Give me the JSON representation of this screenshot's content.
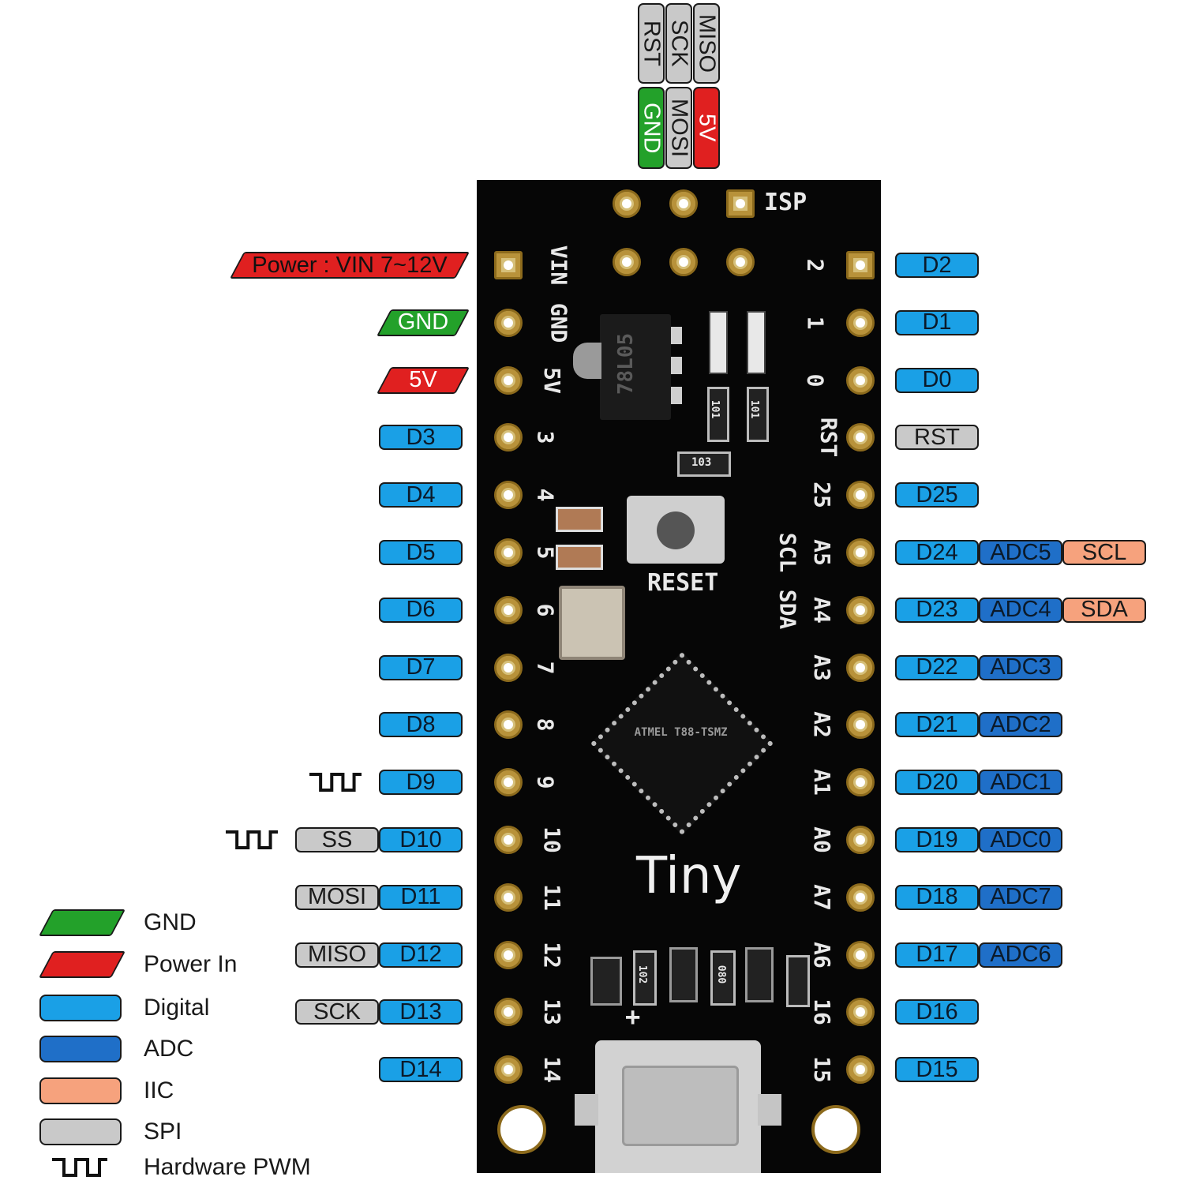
{
  "isp_header": {
    "top_row": [
      "RST",
      "SCK",
      "MISO"
    ],
    "bottom_row": [
      "GND",
      "MOSI",
      "5V"
    ],
    "silk_label": "ISP"
  },
  "left_pins": [
    {
      "silk": "VIN",
      "labels": [
        {
          "text": "Power : VIN 7~12V",
          "kind": "power"
        }
      ]
    },
    {
      "silk": "GND",
      "labels": [
        {
          "text": "GND",
          "kind": "gnd"
        }
      ]
    },
    {
      "silk": "5V",
      "labels": [
        {
          "text": "5V",
          "kind": "power"
        }
      ]
    },
    {
      "silk": "3",
      "labels": [
        {
          "text": "D3",
          "kind": "digital"
        }
      ]
    },
    {
      "silk": "4",
      "labels": [
        {
          "text": "D4",
          "kind": "digital"
        }
      ]
    },
    {
      "silk": "5",
      "labels": [
        {
          "text": "D5",
          "kind": "digital"
        }
      ]
    },
    {
      "silk": "6",
      "labels": [
        {
          "text": "D6",
          "kind": "digital"
        }
      ]
    },
    {
      "silk": "7",
      "labels": [
        {
          "text": "D7",
          "kind": "digital"
        }
      ]
    },
    {
      "silk": "8",
      "labels": [
        {
          "text": "D8",
          "kind": "digital"
        }
      ]
    },
    {
      "silk": "9",
      "pwm": true,
      "labels": [
        {
          "text": "D9",
          "kind": "digital"
        }
      ]
    },
    {
      "silk": "10",
      "pwm": true,
      "labels": [
        {
          "text": "SS",
          "kind": "spi"
        },
        {
          "text": "D10",
          "kind": "digital"
        }
      ]
    },
    {
      "silk": "11",
      "labels": [
        {
          "text": "MOSI",
          "kind": "spi"
        },
        {
          "text": "D11",
          "kind": "digital"
        }
      ]
    },
    {
      "silk": "12",
      "labels": [
        {
          "text": "MISO",
          "kind": "spi"
        },
        {
          "text": "D12",
          "kind": "digital"
        }
      ]
    },
    {
      "silk": "13",
      "labels": [
        {
          "text": "SCK",
          "kind": "spi"
        },
        {
          "text": "D13",
          "kind": "digital"
        }
      ]
    },
    {
      "silk": "14",
      "labels": [
        {
          "text": "D14",
          "kind": "digital"
        }
      ]
    }
  ],
  "right_pins": [
    {
      "silk": "2",
      "labels": [
        {
          "text": "D2",
          "kind": "digital"
        }
      ]
    },
    {
      "silk": "1",
      "labels": [
        {
          "text": "D1",
          "kind": "digital"
        }
      ]
    },
    {
      "silk": "0",
      "labels": [
        {
          "text": "D0",
          "kind": "digital"
        }
      ]
    },
    {
      "silk": "RST",
      "labels": [
        {
          "text": "RST",
          "kind": "spi"
        }
      ]
    },
    {
      "silk": "25",
      "labels": [
        {
          "text": "D25",
          "kind": "digital"
        }
      ]
    },
    {
      "silk": "A5",
      "labels": [
        {
          "text": "D24",
          "kind": "digital"
        },
        {
          "text": "ADC5",
          "kind": "adc"
        },
        {
          "text": "SCL",
          "kind": "iic"
        }
      ]
    },
    {
      "silk": "A4",
      "labels": [
        {
          "text": "D23",
          "kind": "digital"
        },
        {
          "text": "ADC4",
          "kind": "adc"
        },
        {
          "text": "SDA",
          "kind": "iic"
        }
      ]
    },
    {
      "silk": "A3",
      "labels": [
        {
          "text": "D22",
          "kind": "digital"
        },
        {
          "text": "ADC3",
          "kind": "adc"
        }
      ]
    },
    {
      "silk": "A2",
      "labels": [
        {
          "text": "D21",
          "kind": "digital"
        },
        {
          "text": "ADC2",
          "kind": "adc"
        }
      ]
    },
    {
      "silk": "A1",
      "labels": [
        {
          "text": "D20",
          "kind": "digital"
        },
        {
          "text": "ADC1",
          "kind": "adc"
        }
      ]
    },
    {
      "silk": "A0",
      "labels": [
        {
          "text": "D19",
          "kind": "digital"
        },
        {
          "text": "ADC0",
          "kind": "adc"
        }
      ]
    },
    {
      "silk": "A7",
      "labels": [
        {
          "text": "D18",
          "kind": "digital"
        },
        {
          "text": "ADC7",
          "kind": "adc"
        }
      ]
    },
    {
      "silk": "A6",
      "labels": [
        {
          "text": "D17",
          "kind": "digital"
        },
        {
          "text": "ADC6",
          "kind": "adc"
        }
      ]
    },
    {
      "silk": "16",
      "labels": [
        {
          "text": "D16",
          "kind": "digital"
        }
      ]
    },
    {
      "silk": "15",
      "labels": [
        {
          "text": "D15",
          "kind": "digital"
        }
      ]
    }
  ],
  "board_text": {
    "scl": "SCL",
    "sda": "SDA",
    "reset": "RESET",
    "brand": "Tiny",
    "regulator": "78L05",
    "chip": "ATMEL T88-TSMZ",
    "plus": "+",
    "res1": "101",
    "res2": "101",
    "res3": "103",
    "res4": "102",
    "res5": "080"
  },
  "legend": [
    {
      "text": "GND",
      "kind": "gnd",
      "color": "#23a12a"
    },
    {
      "text": "Power In",
      "kind": "power",
      "color": "#e02020"
    },
    {
      "text": "Digital",
      "kind": "digital",
      "color": "#1aa0e6"
    },
    {
      "text": "ADC",
      "kind": "adc",
      "color": "#1f6fc8"
    },
    {
      "text": "IIC",
      "kind": "iic",
      "color": "#f6a27d"
    },
    {
      "text": "SPI",
      "kind": "spi",
      "color": "#c9c9c9"
    },
    {
      "text": "Hardware PWM",
      "kind": "pwm",
      "icon": "pwm-wave-icon"
    }
  ]
}
